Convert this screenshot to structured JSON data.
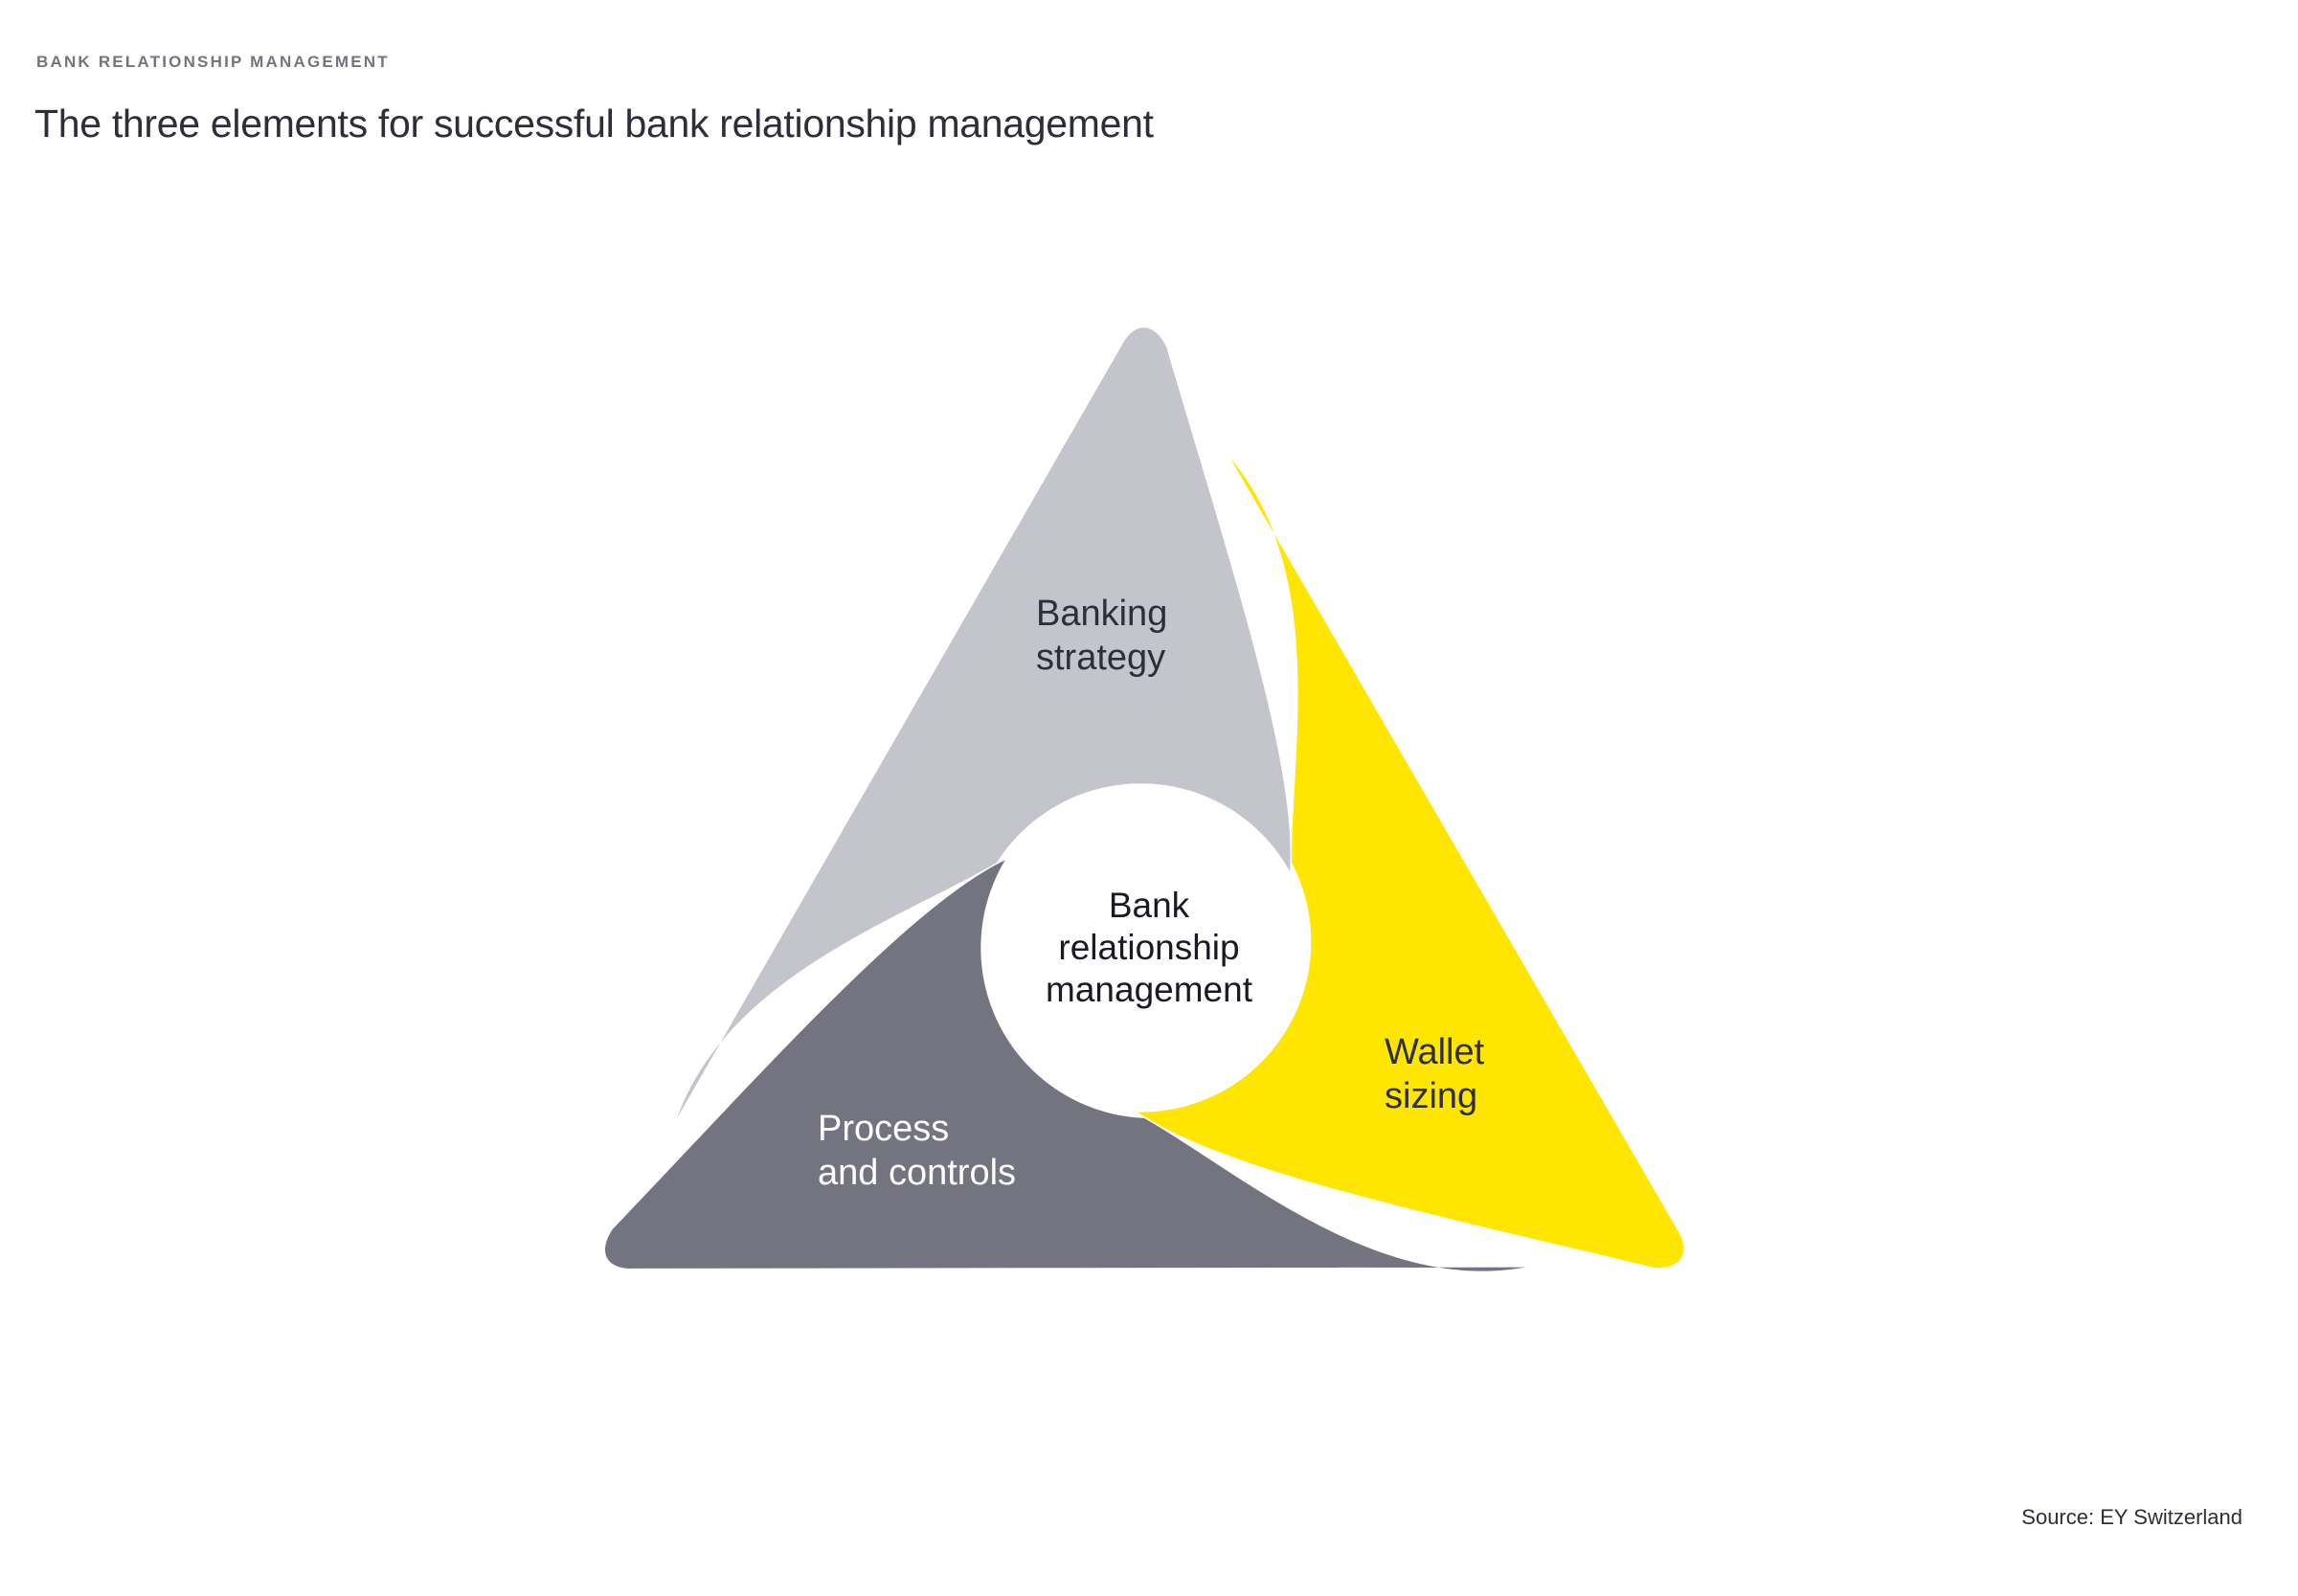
{
  "header": {
    "eyebrow": "BANK RELATIONSHIP MANAGEMENT",
    "title": "The three elements for successful bank relationship management"
  },
  "footer": {
    "source": "Source: EY Switzerland"
  },
  "diagram": {
    "center": {
      "label": "Bank relationship management",
      "lines": [
        "Bank",
        "relationship",
        "management"
      ],
      "text_color": "#1A1A24"
    },
    "arms": [
      {
        "name": "Banking strategy",
        "lines": [
          "Banking",
          "strategy"
        ],
        "color": "#C4C4CD",
        "text_color": "#2E2E38",
        "position": "top"
      },
      {
        "name": "Wallet sizing",
        "lines": [
          "Wallet",
          "sizing"
        ],
        "color": "#FFE600",
        "text_color": "#2E2E38",
        "position": "right"
      },
      {
        "name": "Process and controls",
        "lines": [
          "Process",
          "and controls"
        ],
        "color": "#747480",
        "text_color": "#FFFFFF",
        "position": "bottom-left"
      }
    ]
  },
  "colors": {
    "background": "#FFFFFF",
    "eyebrow_text": "#747480",
    "title_text": "#2E2E38",
    "source_text": "#2E2E38",
    "accent_yellow": "#FFE600",
    "light_gray": "#C4C4CD",
    "dark_gray": "#747480"
  }
}
